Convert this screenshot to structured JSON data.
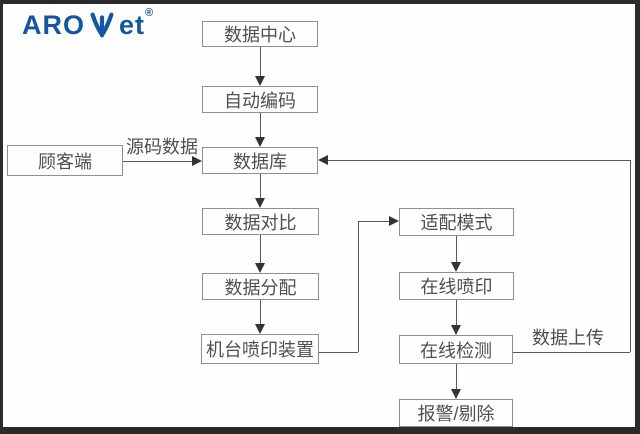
{
  "logo": {
    "part1": "ARO",
    "part2": "et",
    "registered_mark": "®",
    "brand_color": "#16559f"
  },
  "diagram": {
    "nodes": [
      {
        "id": "data-center",
        "label": "数据中心"
      },
      {
        "id": "auto-encode",
        "label": "自动编码"
      },
      {
        "id": "customer",
        "label": "顾客端"
      },
      {
        "id": "database",
        "label": "数据库"
      },
      {
        "id": "data-compare",
        "label": "数据对比"
      },
      {
        "id": "data-distribute",
        "label": "数据分配"
      },
      {
        "id": "machine-print",
        "label": "机台喷印装置"
      },
      {
        "id": "adapt-mode",
        "label": "适配模式"
      },
      {
        "id": "online-print",
        "label": "在线喷印"
      },
      {
        "id": "online-detect",
        "label": "在线检测"
      },
      {
        "id": "alarm-reject",
        "label": "报警/剔除"
      }
    ],
    "edge_labels": [
      {
        "id": "source-code-data",
        "text": "源码数据"
      },
      {
        "id": "data-upload",
        "text": "数据上传"
      }
    ]
  },
  "colors": {
    "frame": "#2b2b2b",
    "background": "#fefefe",
    "box_border": "#8f8f8f",
    "line": "#5a5a5a",
    "arrowhead": "#333333",
    "text": "#4f4f4f"
  }
}
